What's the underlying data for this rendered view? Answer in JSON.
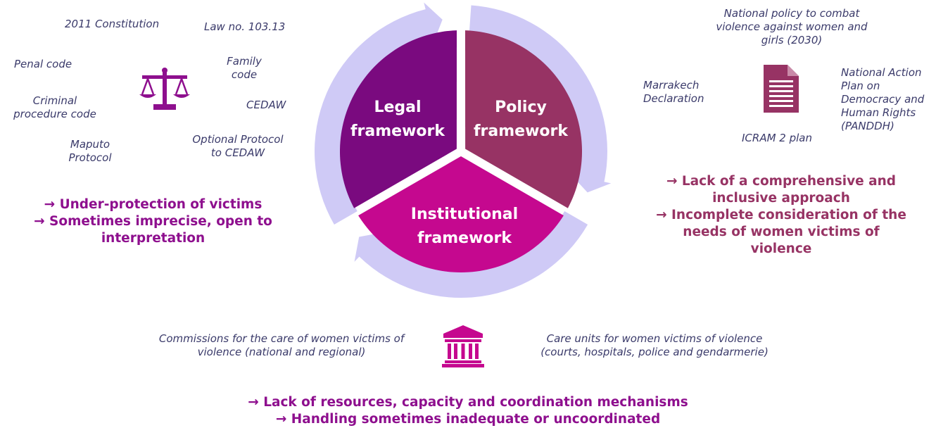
{
  "colors": {
    "legal": "#7a0a7f",
    "policy": "#973364",
    "institutional": "#c5088f",
    "arrow_ring": "#cfcaf6",
    "bullet_text": "#8e0f8e",
    "label_text": "#3a3a6a"
  },
  "sectors": {
    "legal": {
      "title": [
        "Legal",
        "framework"
      ]
    },
    "policy": {
      "title": [
        "Policy",
        "framework"
      ]
    },
    "institutional": {
      "title": [
        "Institutional",
        "framework"
      ]
    }
  },
  "legal_labels": {
    "constitution": [
      "2011 Constitution"
    ],
    "law": [
      "Law no. 103.13"
    ],
    "penal": [
      "Penal code"
    ],
    "family": [
      "Family",
      "code"
    ],
    "criminal": [
      "Criminal",
      "procedure code"
    ],
    "cedaw": [
      "CEDAW"
    ],
    "maputo": [
      "Maputo",
      "Protocol"
    ],
    "optional": [
      "Optional Protocol",
      "to CEDAW"
    ]
  },
  "policy_labels": {
    "national_policy": [
      "National policy to combat",
      "violence against women and",
      "girls (2030)"
    ],
    "marrakech": [
      "Marrakech",
      "Declaration"
    ],
    "panddh": [
      "National Action",
      "Plan on",
      "Democracy and",
      "Human Rights",
      "(PANDDH)"
    ],
    "icram": [
      "ICRAM 2 plan"
    ]
  },
  "institutional_labels": {
    "commissions": [
      "Commissions for the care of women victims of",
      "violence (national and regional)"
    ],
    "care_units": [
      "Care units for women victims of violence",
      "(courts, hospitals, police and gendarmerie)"
    ]
  },
  "legal_findings": [
    "→  Under-protection of victims",
    "→  Sometimes imprecise, open to",
    "interpretation"
  ],
  "policy_findings": [
    "→  Lack of a comprehensive and",
    "inclusive approach",
    "→  Incomplete consideration of the",
    "needs of women victims of",
    "violence"
  ],
  "institutional_findings": [
    "→  Lack of resources, capacity and coordination mechanisms",
    "→  Handling sometimes inadequate or uncoordinated"
  ],
  "icons": {
    "legal": "scales-of-justice-icon",
    "policy": "document-icon",
    "institutional": "government-building-icon"
  }
}
